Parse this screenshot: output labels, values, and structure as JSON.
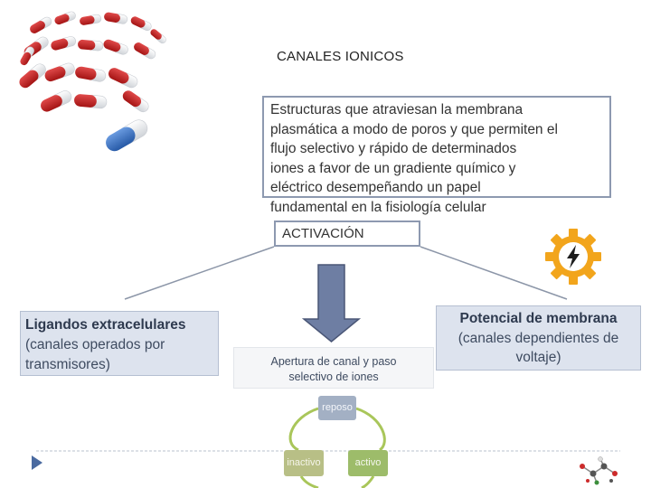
{
  "title": "CANALES IONICOS",
  "definition": {
    "lines": [
      "Estructuras que atraviesan la membrana",
      "plasmática a modo de poros y que permiten el",
      "flujo selectivo  y  rápido de determinados",
      "iones a favor de un gradiente químico y",
      "eléctrico desempeñando un papel",
      "fundamental en la fisiología celular"
    ]
  },
  "activation": "ACTIVACIÓN",
  "ligand_box": {
    "heading": "Ligandos extracelulares",
    "sub_lines": [
      "(canales operados por",
      "transmisores)"
    ]
  },
  "opening_box": {
    "lines": [
      "Apertura de canal y paso",
      "selectivo de iones"
    ]
  },
  "potential_box": {
    "heading": "Potencial de membrana",
    "sub_lines": [
      "(canales dependientes de",
      "voltaje)"
    ]
  },
  "cycle": {
    "rest": "reposo",
    "inactive": "inactivo",
    "active": "activo"
  },
  "icons": {
    "pills": "pills-illustration",
    "gear": "gear-lightning-icon",
    "molecule": "molecule-icon",
    "nav": "play-triangle-icon"
  },
  "colors": {
    "box_fill": "#dde3ee",
    "border": "#8d99b0",
    "arrow_fill": "#6e7ea3",
    "gear": "#f2a51c"
  }
}
